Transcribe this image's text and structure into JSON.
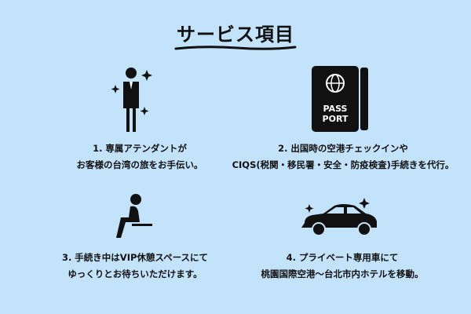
{
  "title": "サービス項目",
  "items": [
    {
      "line1": "1. 専属アテンダントが",
      "line2": "お客様の台湾の旅をお手伝い。",
      "icon": "attendant-icon"
    },
    {
      "line1": "2. 出国時の空港チェックインや",
      "line2": "CIQS(税関・移民署・安全・防疫検査)手続きを代行。",
      "icon": "passport-icon"
    },
    {
      "line1": "3. 手続き中はVIP休憩スペースにて",
      "line2": "ゆっくりとお待ちいただけます。",
      "icon": "lounge-icon"
    },
    {
      "line1": "4. プライベート専用車にて",
      "line2": "桃園国際空港〜台北市内ホテルを移動。",
      "icon": "car-icon"
    }
  ],
  "passport_text": [
    "PASS",
    "PORT"
  ],
  "colors": {
    "background": "#c3e3fb",
    "ink": "#111111"
  }
}
